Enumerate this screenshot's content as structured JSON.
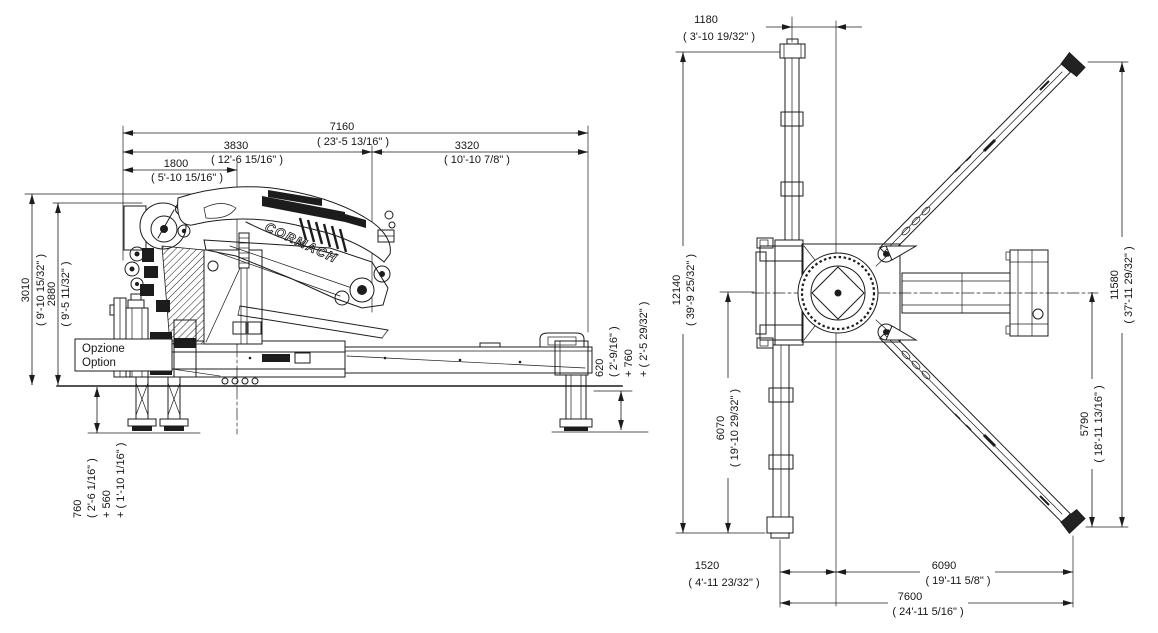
{
  "brand_logo": "CORMACH",
  "option_box": {
    "line1": "Opzione",
    "line2": "Option"
  },
  "side_view": {
    "overall_length": {
      "mm": "7160",
      "ftin": "( 23'-5 13/16\" )"
    },
    "crane_section": {
      "mm": "3830",
      "ftin": "( 12'-6 15/16\" )"
    },
    "beam_section": {
      "mm": "3320",
      "ftin": "( 10'-10 7/8\" )"
    },
    "front_section": {
      "mm": "1800",
      "ftin": "( 5'-10 15/16\" )"
    },
    "max_height": {
      "mm": "3010",
      "ftin": "( 9'-10 15/32\" )"
    },
    "stowed_height": {
      "mm": "2880",
      "ftin": "( 9'-5 11/32\" )"
    },
    "left_stab_drop": {
      "mm": "760",
      "ftin": "( 2'-6 1/16\" )",
      "plus_mm": "+ 560",
      "plus_ftin": "+ ( 1'-10 1/16\" )"
    },
    "right_stab_drop": {
      "mm": "620",
      "ftin": "( 2'-9/16\" )",
      "plus_mm": "+ 760",
      "plus_ftin": "+ ( 2'-5 29/32\" )"
    }
  },
  "top_view": {
    "column_offset": {
      "mm": "1180",
      "ftin": "( 3'-10 19/32\" )"
    },
    "stab_span_vertical": {
      "mm": "12140",
      "ftin": "( 39'-9 25/32\" )"
    },
    "stab_half_span_vertical": {
      "mm": "6070",
      "ftin": "( 19'-10 29/32\" )"
    },
    "stab_span_diagonal": {
      "mm": "11580",
      "ftin": "( 37'-11 29/32\" )"
    },
    "stab_half_span_diagonal": {
      "mm": "5790",
      "ftin": "( 18'-11 13/16\" )"
    },
    "beam_offset": {
      "mm": "1520",
      "ftin": "( 4'-11 23/32\" )"
    },
    "beam_reach": {
      "mm": "6090",
      "ftin": "( 19'-11 5/8\" )"
    },
    "beam_span": {
      "mm": "7600",
      "ftin": "( 24'-11 5/16\" )"
    }
  }
}
